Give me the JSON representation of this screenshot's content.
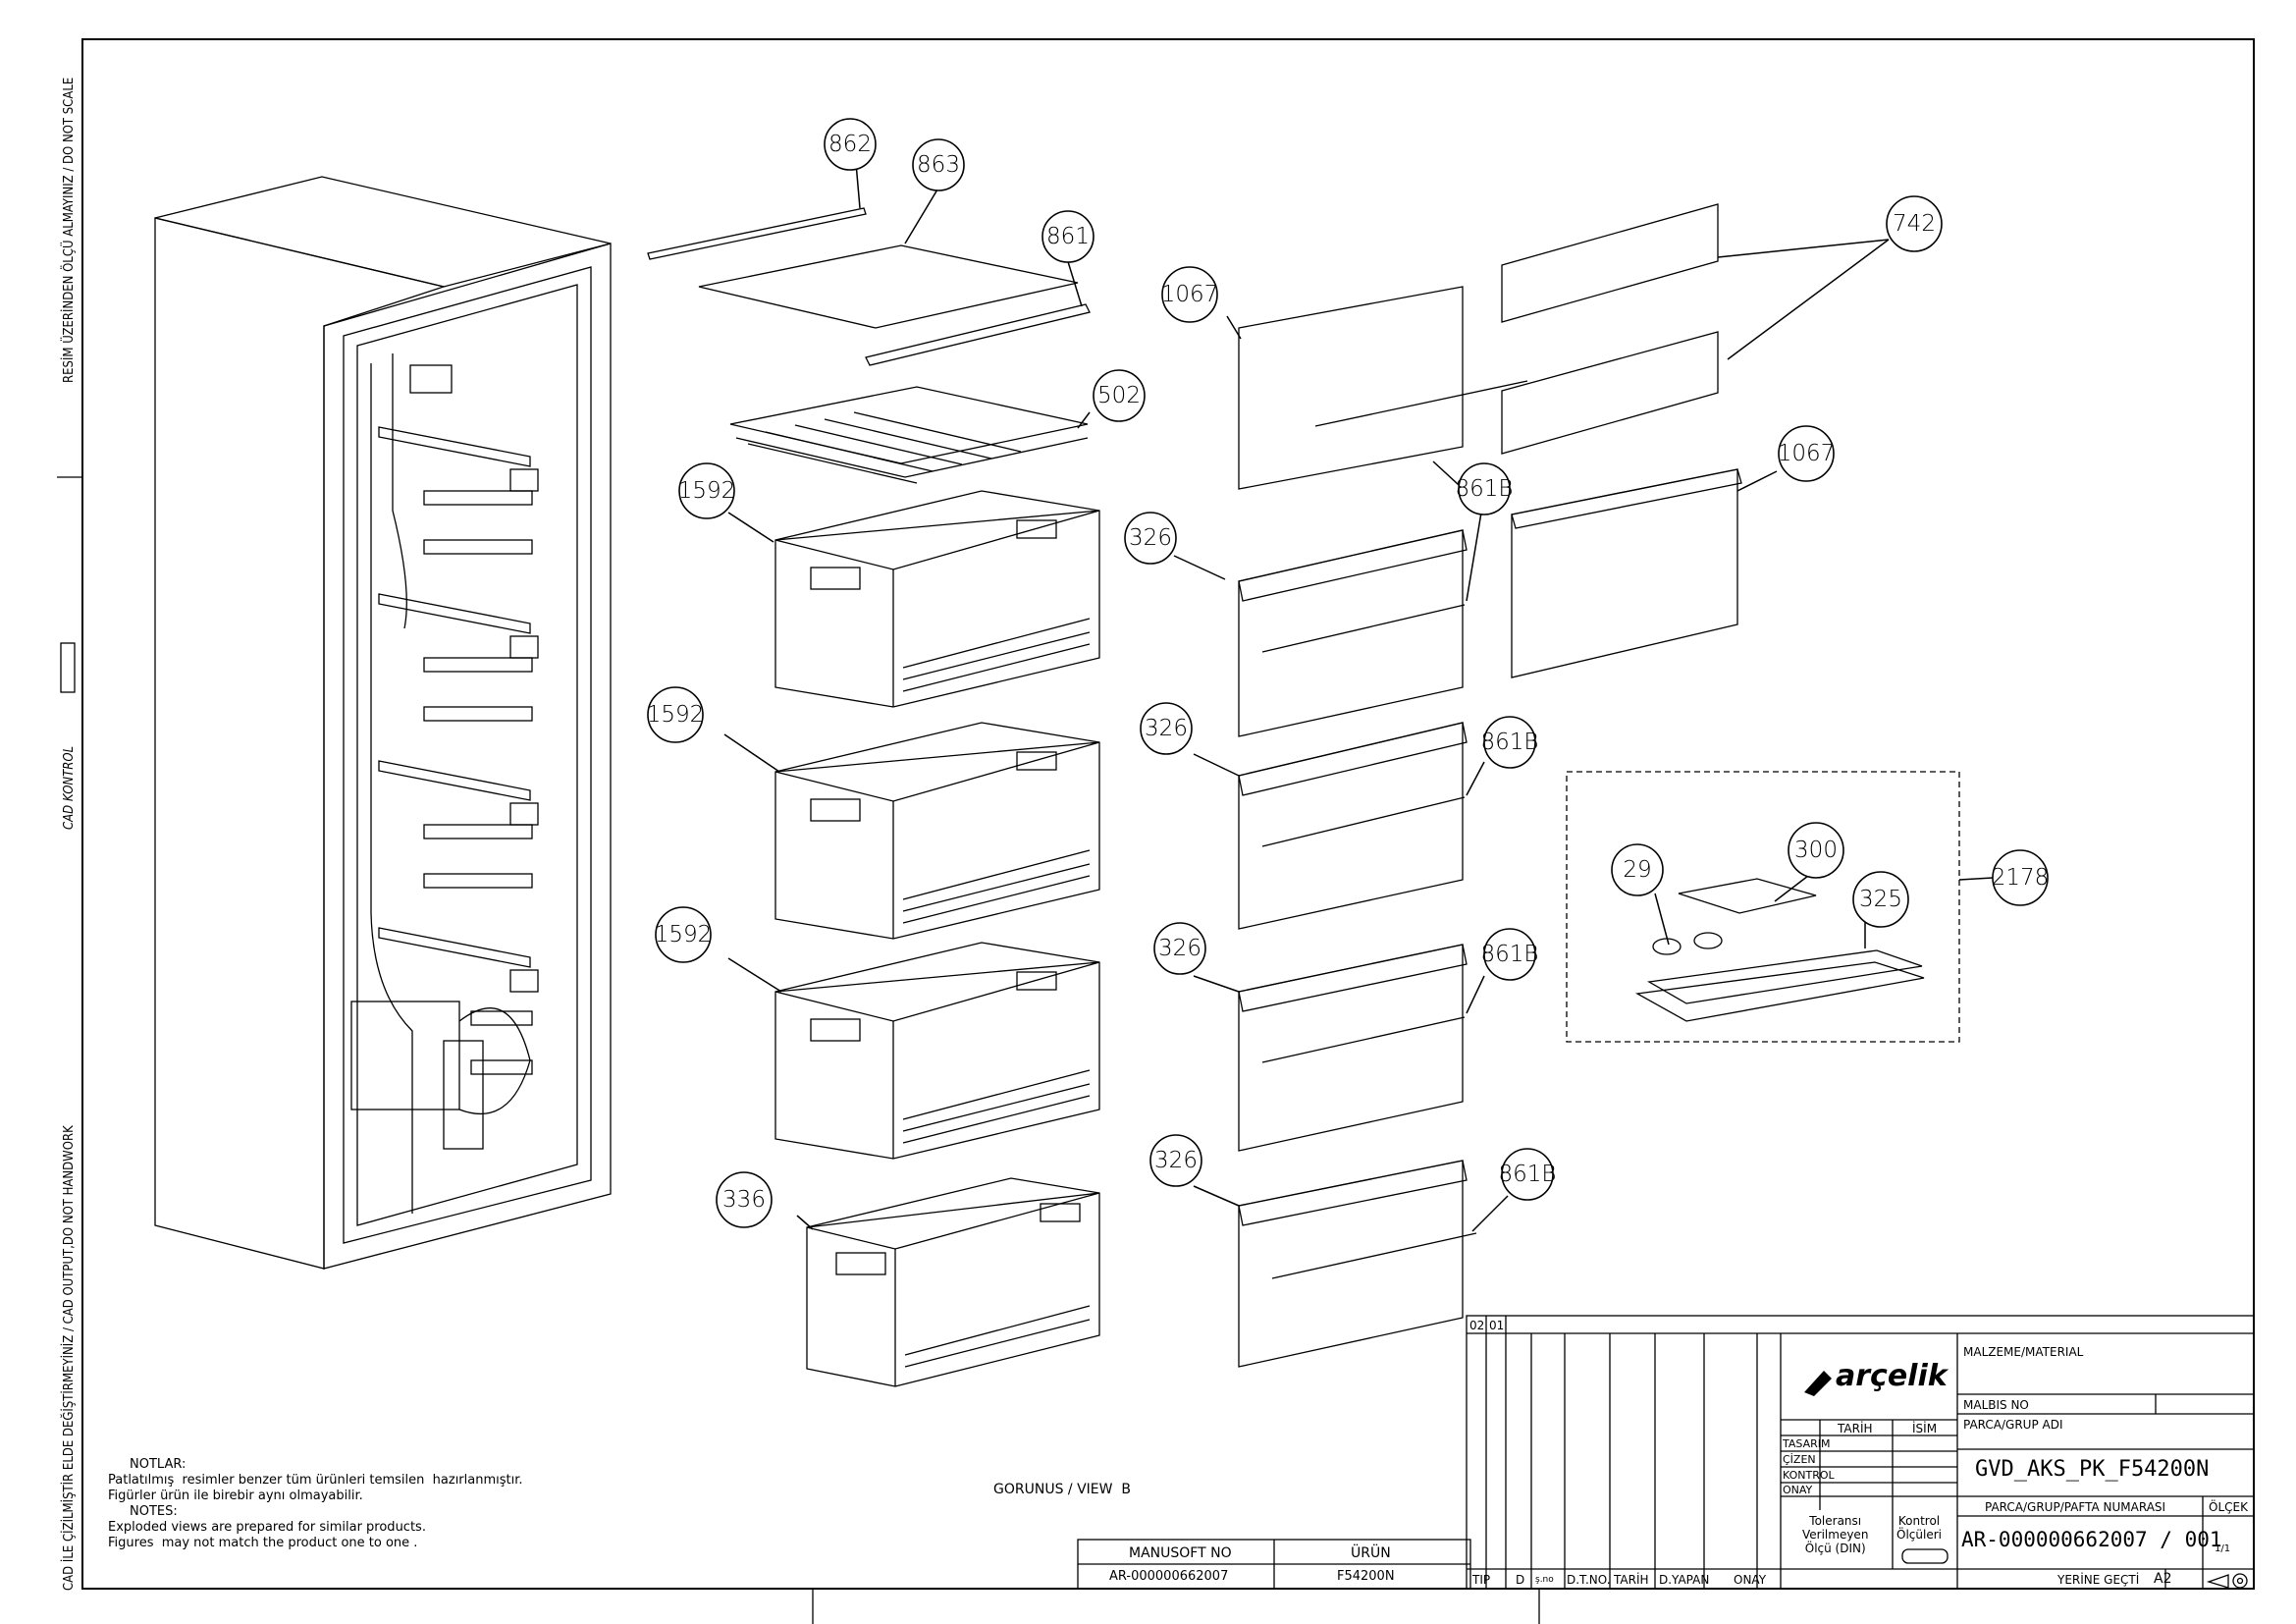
{
  "side_labels": {
    "top": "RESİM ÜZERİNDEN ÖLÇÜ ALMAYINIZ / DO NOT SCALE",
    "middle": "CAD KONTROL",
    "bottom": "CAD İLE ÇİZİLMİŞTİR ELDE DEĞİŞTİRMEYİNİZ / CAD OUTPUT,DO NOT HANDWORK"
  },
  "callouts": [
    "862",
    "863",
    "861",
    "502",
    "1067",
    "742",
    "1592",
    "326",
    "861B",
    "1067",
    "1592",
    "326",
    "861B",
    "1592",
    "326",
    "861B",
    "336",
    "326",
    "861B",
    "29",
    "300",
    "325",
    "2178"
  ],
  "notes": {
    "title_tr": "NOTLAR:",
    "line1_tr": "Patlatılmış  resimler benzer tüm ürünleri temsilen  hazırlanmıştır.",
    "line2_tr": "Figürler ürün ile birebir aynı olmayabilir.",
    "title_en": "NOTES:",
    "line1_en": "Exploded views are prepared for similar products.",
    "line2_en": "Figures  may not match the product one to one ."
  },
  "view_label": "GORUNUS / VIEW  B",
  "manusoft": {
    "col1_header": "MANUSOFT NO",
    "col2_header": "ÜRÜN",
    "col1_value": "AR-000000662007",
    "col2_value": "F54200N"
  },
  "title_block": {
    "rev_cols": [
      "02",
      "01"
    ],
    "brand": "arçelik",
    "tarih": "TARİH",
    "isim": "İSİM",
    "roles": [
      "TASARIM",
      "ÇİZEN",
      "KONTROL",
      "ONAY"
    ],
    "tolerance": "Toleransı\nVerilmeyen\nÖlçü (DIN)",
    "kontrol": "Kontrol\nÖlçüleri",
    "bottom_headers": [
      "TIP",
      "D",
      "ş.no",
      "D.T.NO.",
      "TARİH",
      "D.YAPAN",
      "ONAY"
    ],
    "material_label": "MALZEME/MATERIAL",
    "malbis_label": "MALBIS NO",
    "group_label": "PARCA/GRUP ADI",
    "group_name": "GVD_AKS_PK_F54200N",
    "part_no_label": "PARCA/GRUP/PAFTA NUMARASI",
    "scale_label": "ÖLÇEK",
    "part_no": "AR-000000662007 / 001",
    "scale_value": "1/1",
    "yerine_label": "YERİNE GEÇTİ",
    "sheet_size": "A2"
  }
}
